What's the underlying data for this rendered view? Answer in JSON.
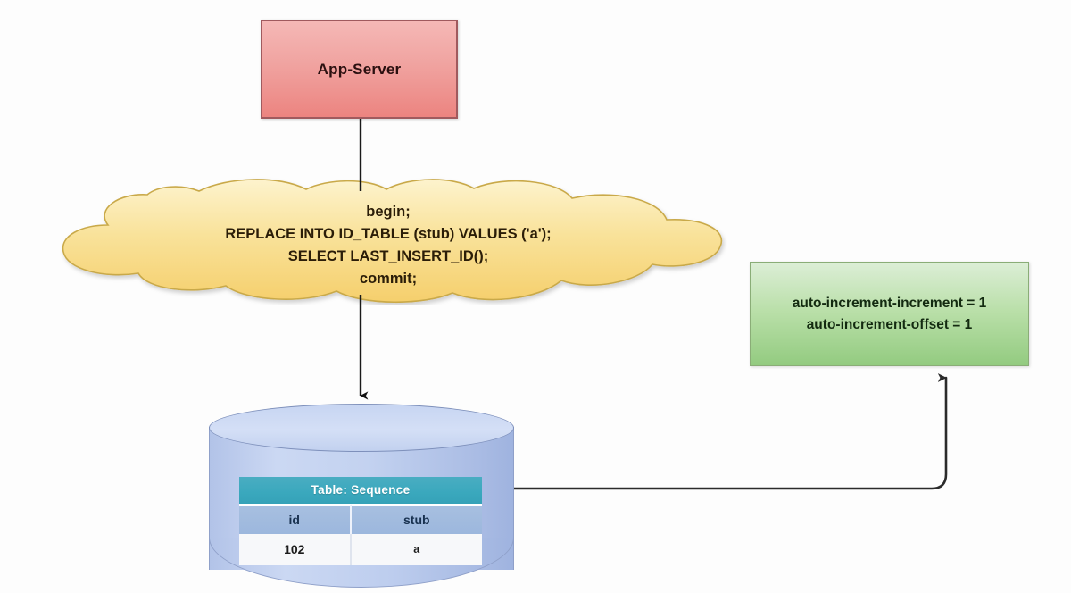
{
  "diagram": {
    "title": "MySQL ticket-server sequence table flow",
    "background_color": "#fdfdfd"
  },
  "app_server": {
    "label": "App-Server",
    "fill_top": "#f5b8b6",
    "fill_bottom": "#ec8480",
    "border_color": "#a05a5e"
  },
  "cloud": {
    "fill_top": "#fbf0c4",
    "fill_bottom": "#f6d272",
    "stroke": "#c9a94a",
    "sql_lines": [
      "begin;",
      "REPLACE INTO ID_TABLE (stub) VALUES ('a');",
      "SELECT LAST_INSERT_ID();",
      "commit;"
    ]
  },
  "config_box": {
    "lines": [
      "auto-increment-increment = 1",
      "auto-increment-offset = 1"
    ],
    "fill_top": "#dceed6",
    "fill_bottom": "#93cb80",
    "border_color": "#8aad77"
  },
  "database": {
    "fill": "#c3d2f0",
    "stroke": "#8fa0c9",
    "table": {
      "title": "Table: Sequence",
      "title_bg": "#3aa8bd",
      "header_bg": "#9cb7dd",
      "columns": [
        "id",
        "stub"
      ],
      "rows": [
        [
          "102",
          "a"
        ]
      ]
    }
  },
  "connectors": [
    {
      "name": "app-server-to-cloud",
      "from": "App-Server",
      "to": "SQL cloud",
      "arrowhead": false,
      "color": "#1a1a1a"
    },
    {
      "name": "cloud-to-database",
      "from": "SQL cloud",
      "to": "Sequence database",
      "arrowhead": true,
      "color": "#1a1a1a"
    },
    {
      "name": "database-to-config",
      "from": "Sequence database",
      "to": "auto-increment config",
      "arrowhead": true,
      "color": "#2b2b2b"
    }
  ]
}
